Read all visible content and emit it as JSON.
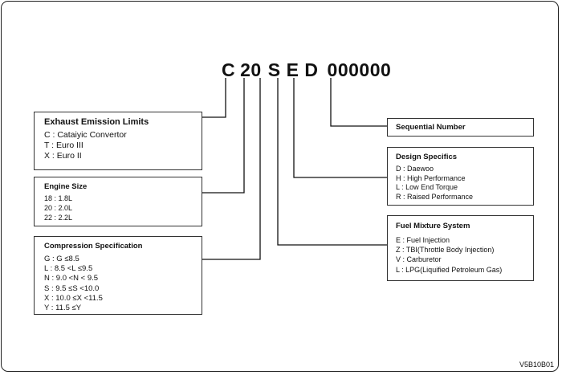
{
  "code": {
    "c": "C",
    "size": "20",
    "s": "S",
    "e": "E",
    "d": "D",
    "serial": "000000"
  },
  "exhaust": {
    "title": "Exhaust Emission Limits",
    "items": [
      "C : Cataiyic Convertor",
      "T : Euro  III",
      "X : Euro  II"
    ]
  },
  "engine_size": {
    "title": "Engine Size",
    "items": [
      "18 : 1.8L",
      "20 : 2.0L",
      "22 : 2.2L"
    ]
  },
  "compression": {
    "title": "Compression Specification",
    "items": [
      "G : G  ≤8.5",
      "L : 8.5 <L ≤9.5",
      "N : 9.0 <N < 9.5",
      "S : 9.5 ≤S <10.0",
      "X : 10.0 ≤X <11.5",
      "Y : 11.5  ≤Y"
    ]
  },
  "sequential": {
    "title": "Sequential Number"
  },
  "design": {
    "title": "Design Specifics",
    "items": [
      "D : Daewoo",
      "H : High Performance",
      "L : Low  End Torque",
      "R : Raised Performance"
    ]
  },
  "fuel": {
    "title": "Fuel Mixture System",
    "items": [
      "E : Fuel Injection",
      "Z : TBI(Throttle Body Injection)",
      "V : Carburetor",
      "L : LPG(Liquified Petroleum Gas)"
    ]
  },
  "figure_code": "V5B10B01"
}
